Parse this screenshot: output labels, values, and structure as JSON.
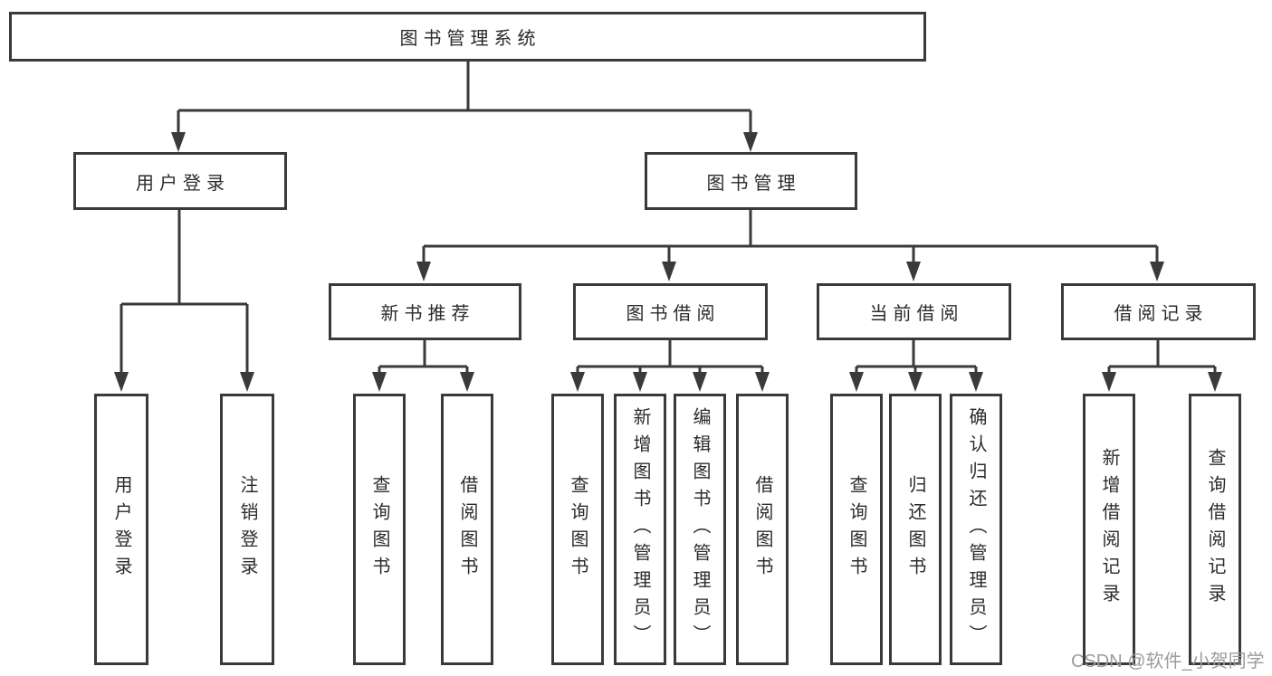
{
  "tree": {
    "label": "图书管理系统",
    "children": [
      {
        "label": "用户登录",
        "children": [
          {
            "label": "用户登录"
          },
          {
            "label": "注销登录"
          }
        ]
      },
      {
        "label": "图书管理",
        "children": [
          {
            "label": "新书推荐",
            "children": [
              {
                "label": "查询图书"
              },
              {
                "label": "借阅图书"
              }
            ]
          },
          {
            "label": "图书借阅",
            "children": [
              {
                "label": "查询图书"
              },
              {
                "label": "新增图书（管理员）"
              },
              {
                "label": "编辑图书（管理员）"
              },
              {
                "label": "借阅图书"
              }
            ]
          },
          {
            "label": "当前借阅",
            "children": [
              {
                "label": "查询图书"
              },
              {
                "label": "归还图书"
              },
              {
                "label": "确认归还（管理员）"
              }
            ]
          },
          {
            "label": "借阅记录",
            "children": [
              {
                "label": "新增借阅记录"
              },
              {
                "label": "查询借阅记录"
              }
            ]
          }
        ]
      }
    ]
  },
  "watermark": {
    "text": "CSDN @软件_小贺同学"
  },
  "colors": {
    "line": "#3a3a3a",
    "box_border": "#3a3a3a",
    "text": "#2b2b2b",
    "watermark": "#9c9c9c",
    "background": "#ffffff"
  }
}
